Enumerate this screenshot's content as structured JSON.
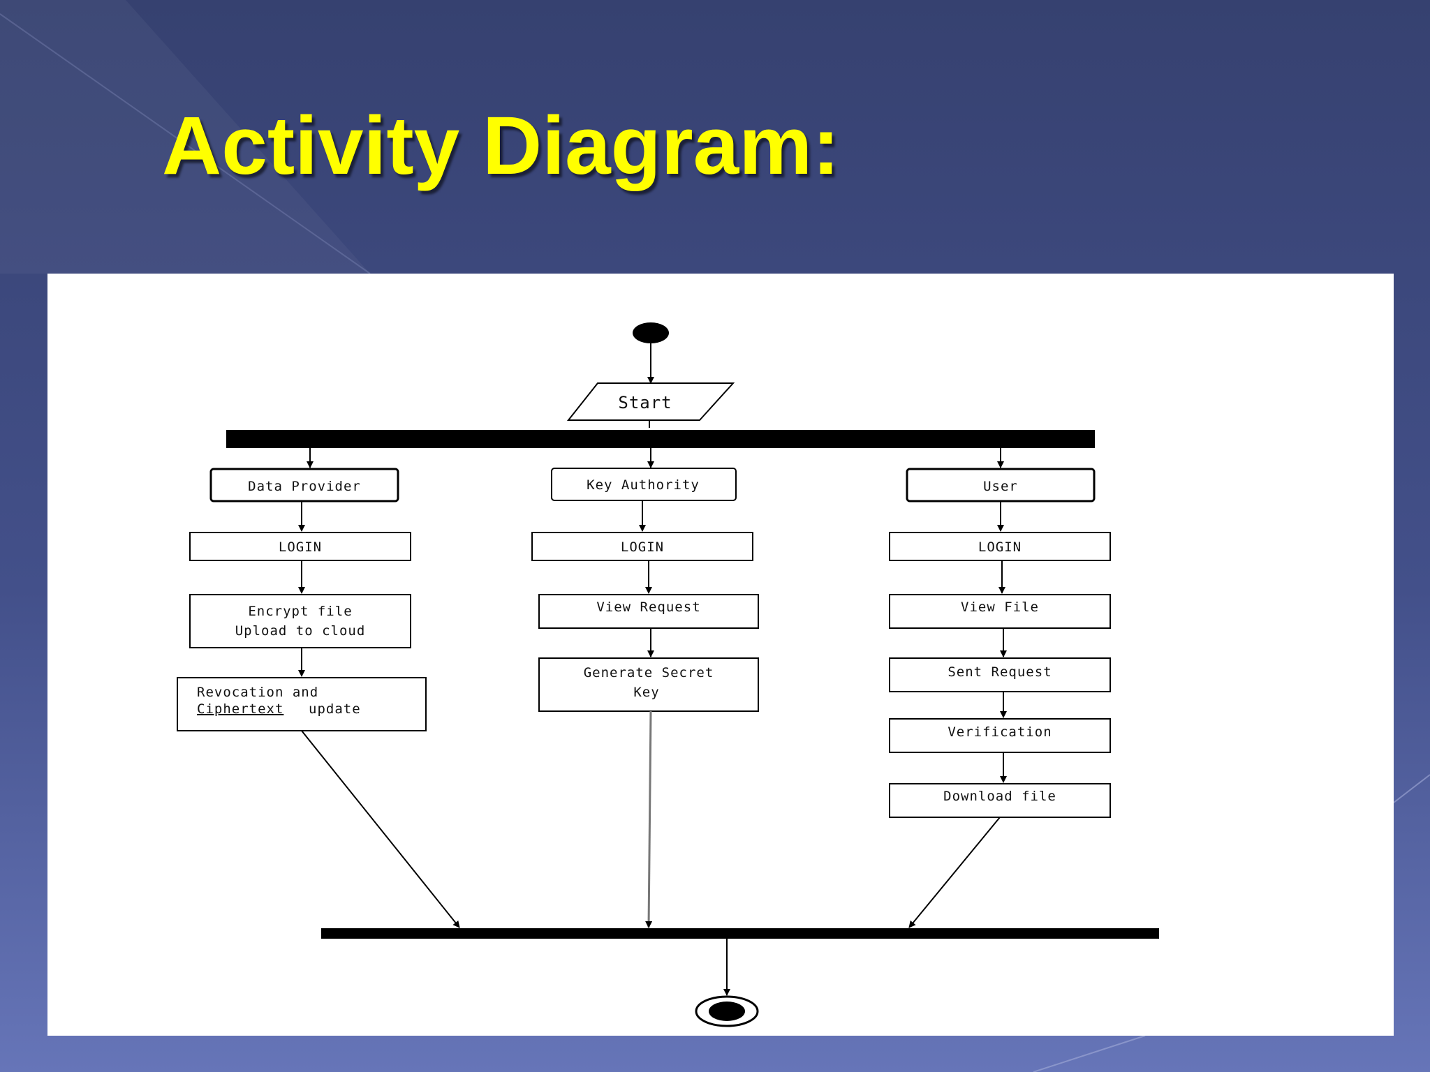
{
  "slide": {
    "title": "Activity Diagram:"
  },
  "diagram": {
    "start_label": "Start",
    "lanes": {
      "data_provider": {
        "name": "Data Provider",
        "login": "LOGIN",
        "step1_line1": "Encrypt file",
        "step1_line2": "Upload to cloud",
        "step2_line1": "Revocation and",
        "step2_line2a": "Ciphertext",
        "step2_line2b": "update"
      },
      "key_authority": {
        "name": "Key Authority",
        "login": "LOGIN",
        "step1": "View Request",
        "step2_line1": "Generate Secret",
        "step2_line2": "Key"
      },
      "user": {
        "name": "User",
        "login": "LOGIN",
        "step1": "View File",
        "step2": "Sent Request",
        "step3": "Verification",
        "step4": "Download file"
      }
    },
    "colors": {
      "title": "#ffff00",
      "background_top": "#364170",
      "background_bottom": "#6675b8",
      "ink": "#000000"
    }
  }
}
